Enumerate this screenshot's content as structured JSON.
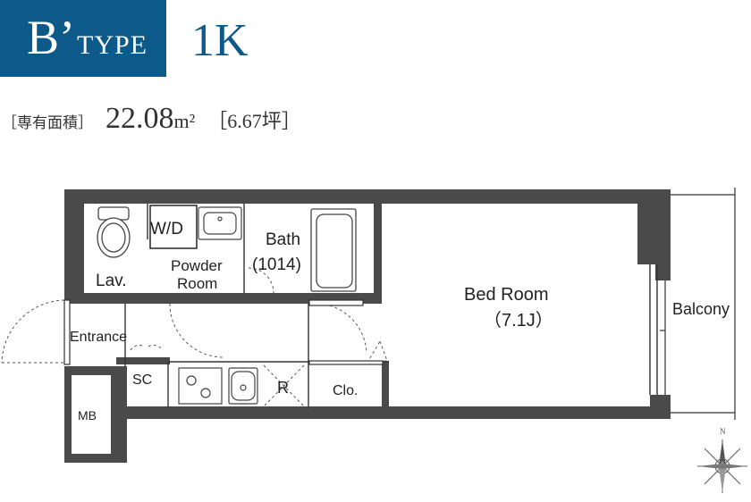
{
  "header": {
    "type_main": "B’",
    "type_sub": "TYPE",
    "layout": "1K",
    "badge_color": "#0d5a8a",
    "area_label": "［専有面積］",
    "area_value": "22.08",
    "area_unit": "m²",
    "area_tsubo": "［6.67坪］"
  },
  "rooms": {
    "wd": "W/D",
    "bath": "Bath",
    "bath_size": "(1014)",
    "lav": "Lav.",
    "powder_1": "Powder",
    "powder_2": "Room",
    "bedroom": "Bed Room",
    "bedroom_size": "（7.1J）",
    "balcony": "Balcony",
    "entrance": "Entrance",
    "sc": "SC",
    "r": "R",
    "clo": "Clo.",
    "mb": "MB"
  },
  "compass": {
    "north": "N",
    "color": "#555555"
  }
}
